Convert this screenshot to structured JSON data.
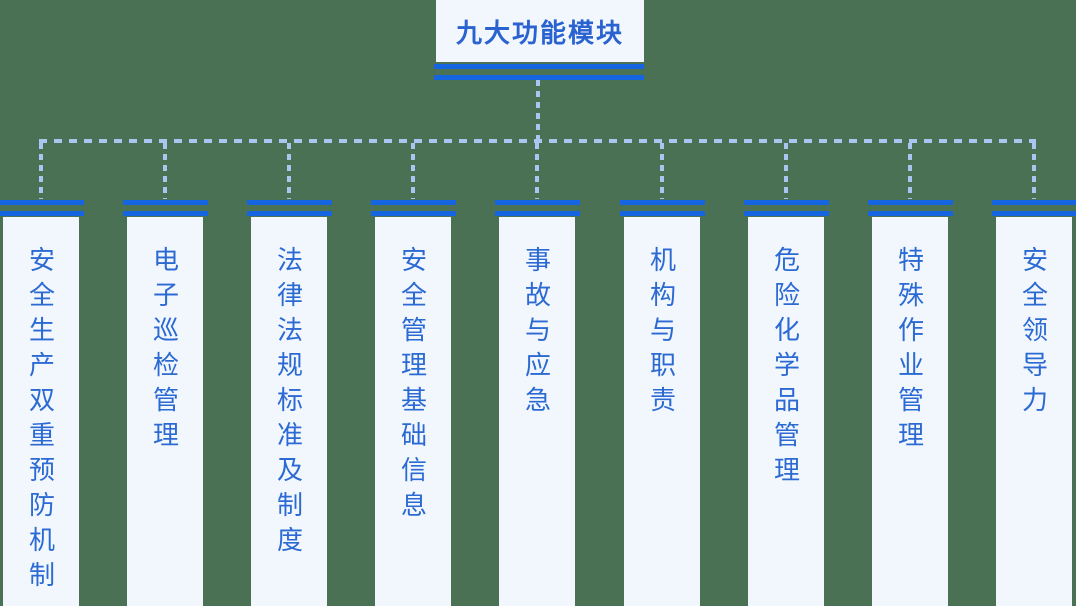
{
  "colors": {
    "background": "#4A7153",
    "node_fill": "#F2F7FD",
    "bar_blue": "#1564E0",
    "connector_blue": "#A8C6EF",
    "text_blue": "#2C6AD3",
    "title_blue": "#2A63D0"
  },
  "root": {
    "title": "九大功能模块"
  },
  "modules": [
    {
      "label": "安全生产双重预防机制"
    },
    {
      "label": "电子巡检管理"
    },
    {
      "label": "法律法规标准及制度"
    },
    {
      "label": "安全管理基础信息"
    },
    {
      "label": "事故与应急"
    },
    {
      "label": "机构与职责"
    },
    {
      "label": "危险化学品管理"
    },
    {
      "label": "特殊作业管理"
    },
    {
      "label": "安全领导力"
    }
  ]
}
